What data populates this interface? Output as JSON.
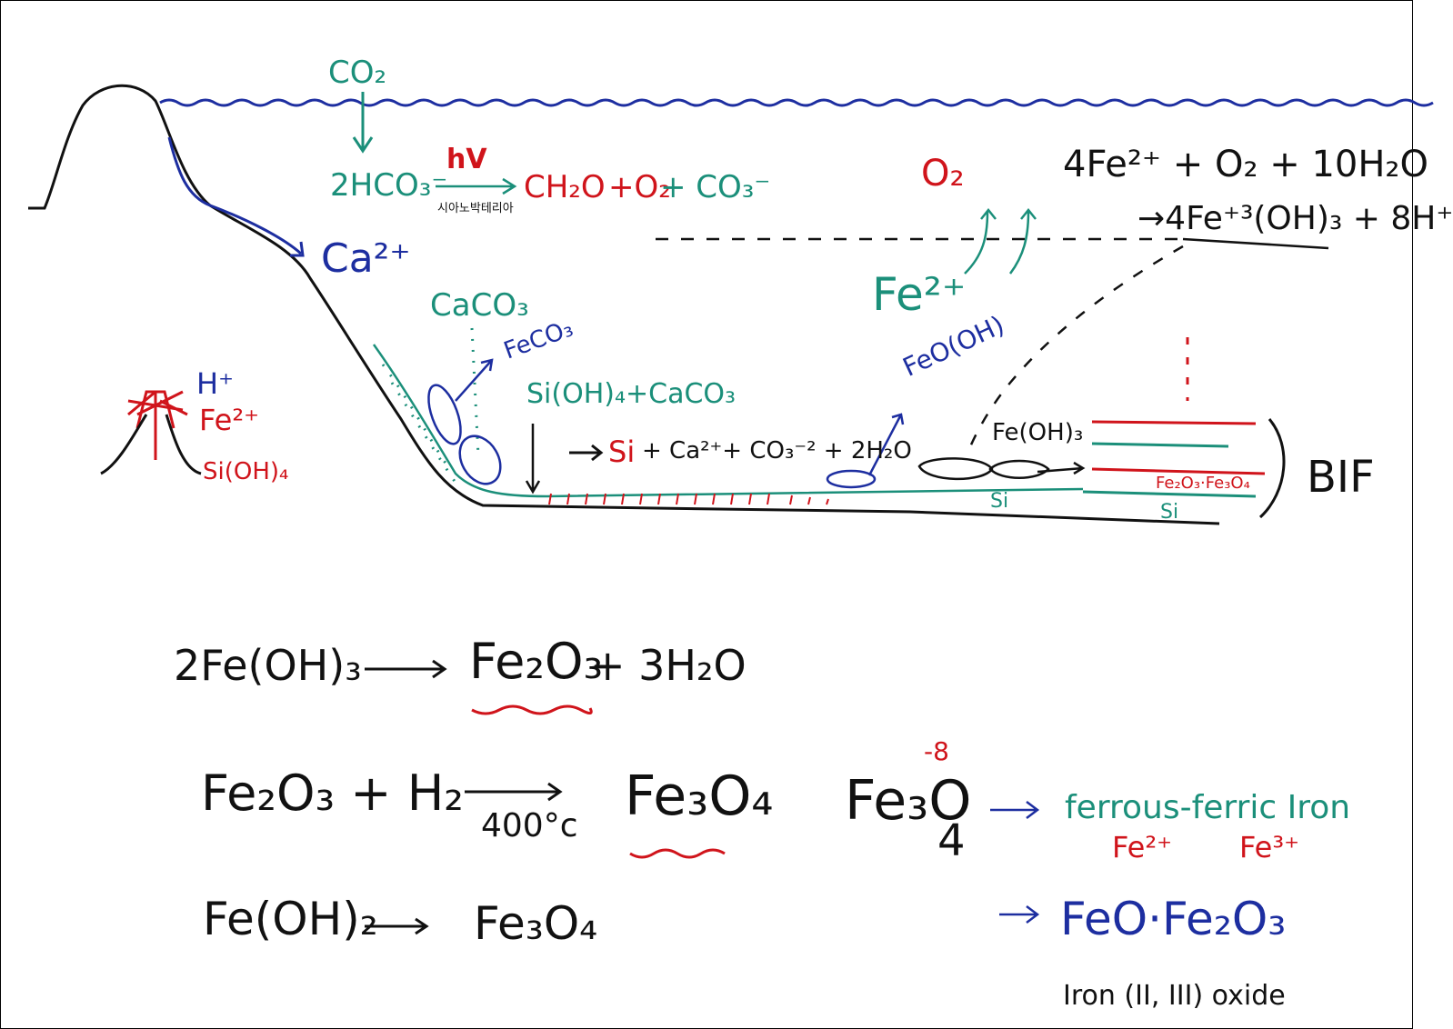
{
  "colors": {
    "ink": "#111111",
    "teal": "#1b8f7a",
    "red": "#d0141b",
    "blue": "#1d2ea0"
  },
  "diagram": {
    "co2": "CO₂",
    "photosynthesis": {
      "reactants": "2HCO₃⁻",
      "catalyst": "hV",
      "organism": "시아노박테리아",
      "products_ch2o": "CH₂O",
      "products_rest_o2": "+O₂",
      "products_rest_co3": "+ CO₃⁻"
    },
    "ca_ion": "Ca²⁺",
    "vent_ions": {
      "h_plus": "H⁺",
      "fe": "Fe²⁺",
      "si": "Si(OH)₄"
    },
    "caco3": "CaCO₃",
    "feco3": "FeCO₃",
    "silica_reaction": {
      "left": "Si(OH)₄+CaCO₃",
      "right_si": "Si",
      "right_rest": "+ Ca²⁺+ CO₃⁻² + 2H₂O"
    },
    "o2": "O₂",
    "oxidation": {
      "line1": "4Fe²⁺ + O₂ + 10H₂O",
      "line2": "→4Fe⁺³(OH)₃ + 8H⁺"
    },
    "fe_ion_water": "Fe²⁺",
    "feooh": "FeO(OH)",
    "feoh3": "Fe(OH)₃",
    "seafloor_si_1": "Si",
    "seafloor_si_2": "Si",
    "iron_oxides": "Fe₂O₃·Fe₃O₄",
    "bif": "BIF"
  },
  "equations": {
    "eq1": {
      "left": "2Fe(OH)₃",
      "product": "Fe₂O₃",
      "rest": "+ 3H₂O"
    },
    "eq2": {
      "left": "Fe₂O₃ + H₂",
      "condition": "400°c",
      "product": "Fe₃O₄"
    },
    "eq3": {
      "left": "Fe(OH)₂",
      "product": "Fe₃O₄"
    },
    "magnetite": {
      "formula_base": "Fe₃O",
      "formula_sub": "4",
      "charge": "-8",
      "ferrous_ferric": "ferrous-ferric Iron",
      "fe2": "Fe²⁺",
      "fe3": "Fe³⁺",
      "oxide_formula": "FeO·Fe₂O₃",
      "oxide_name": "Iron (II, III) oxide"
    }
  }
}
